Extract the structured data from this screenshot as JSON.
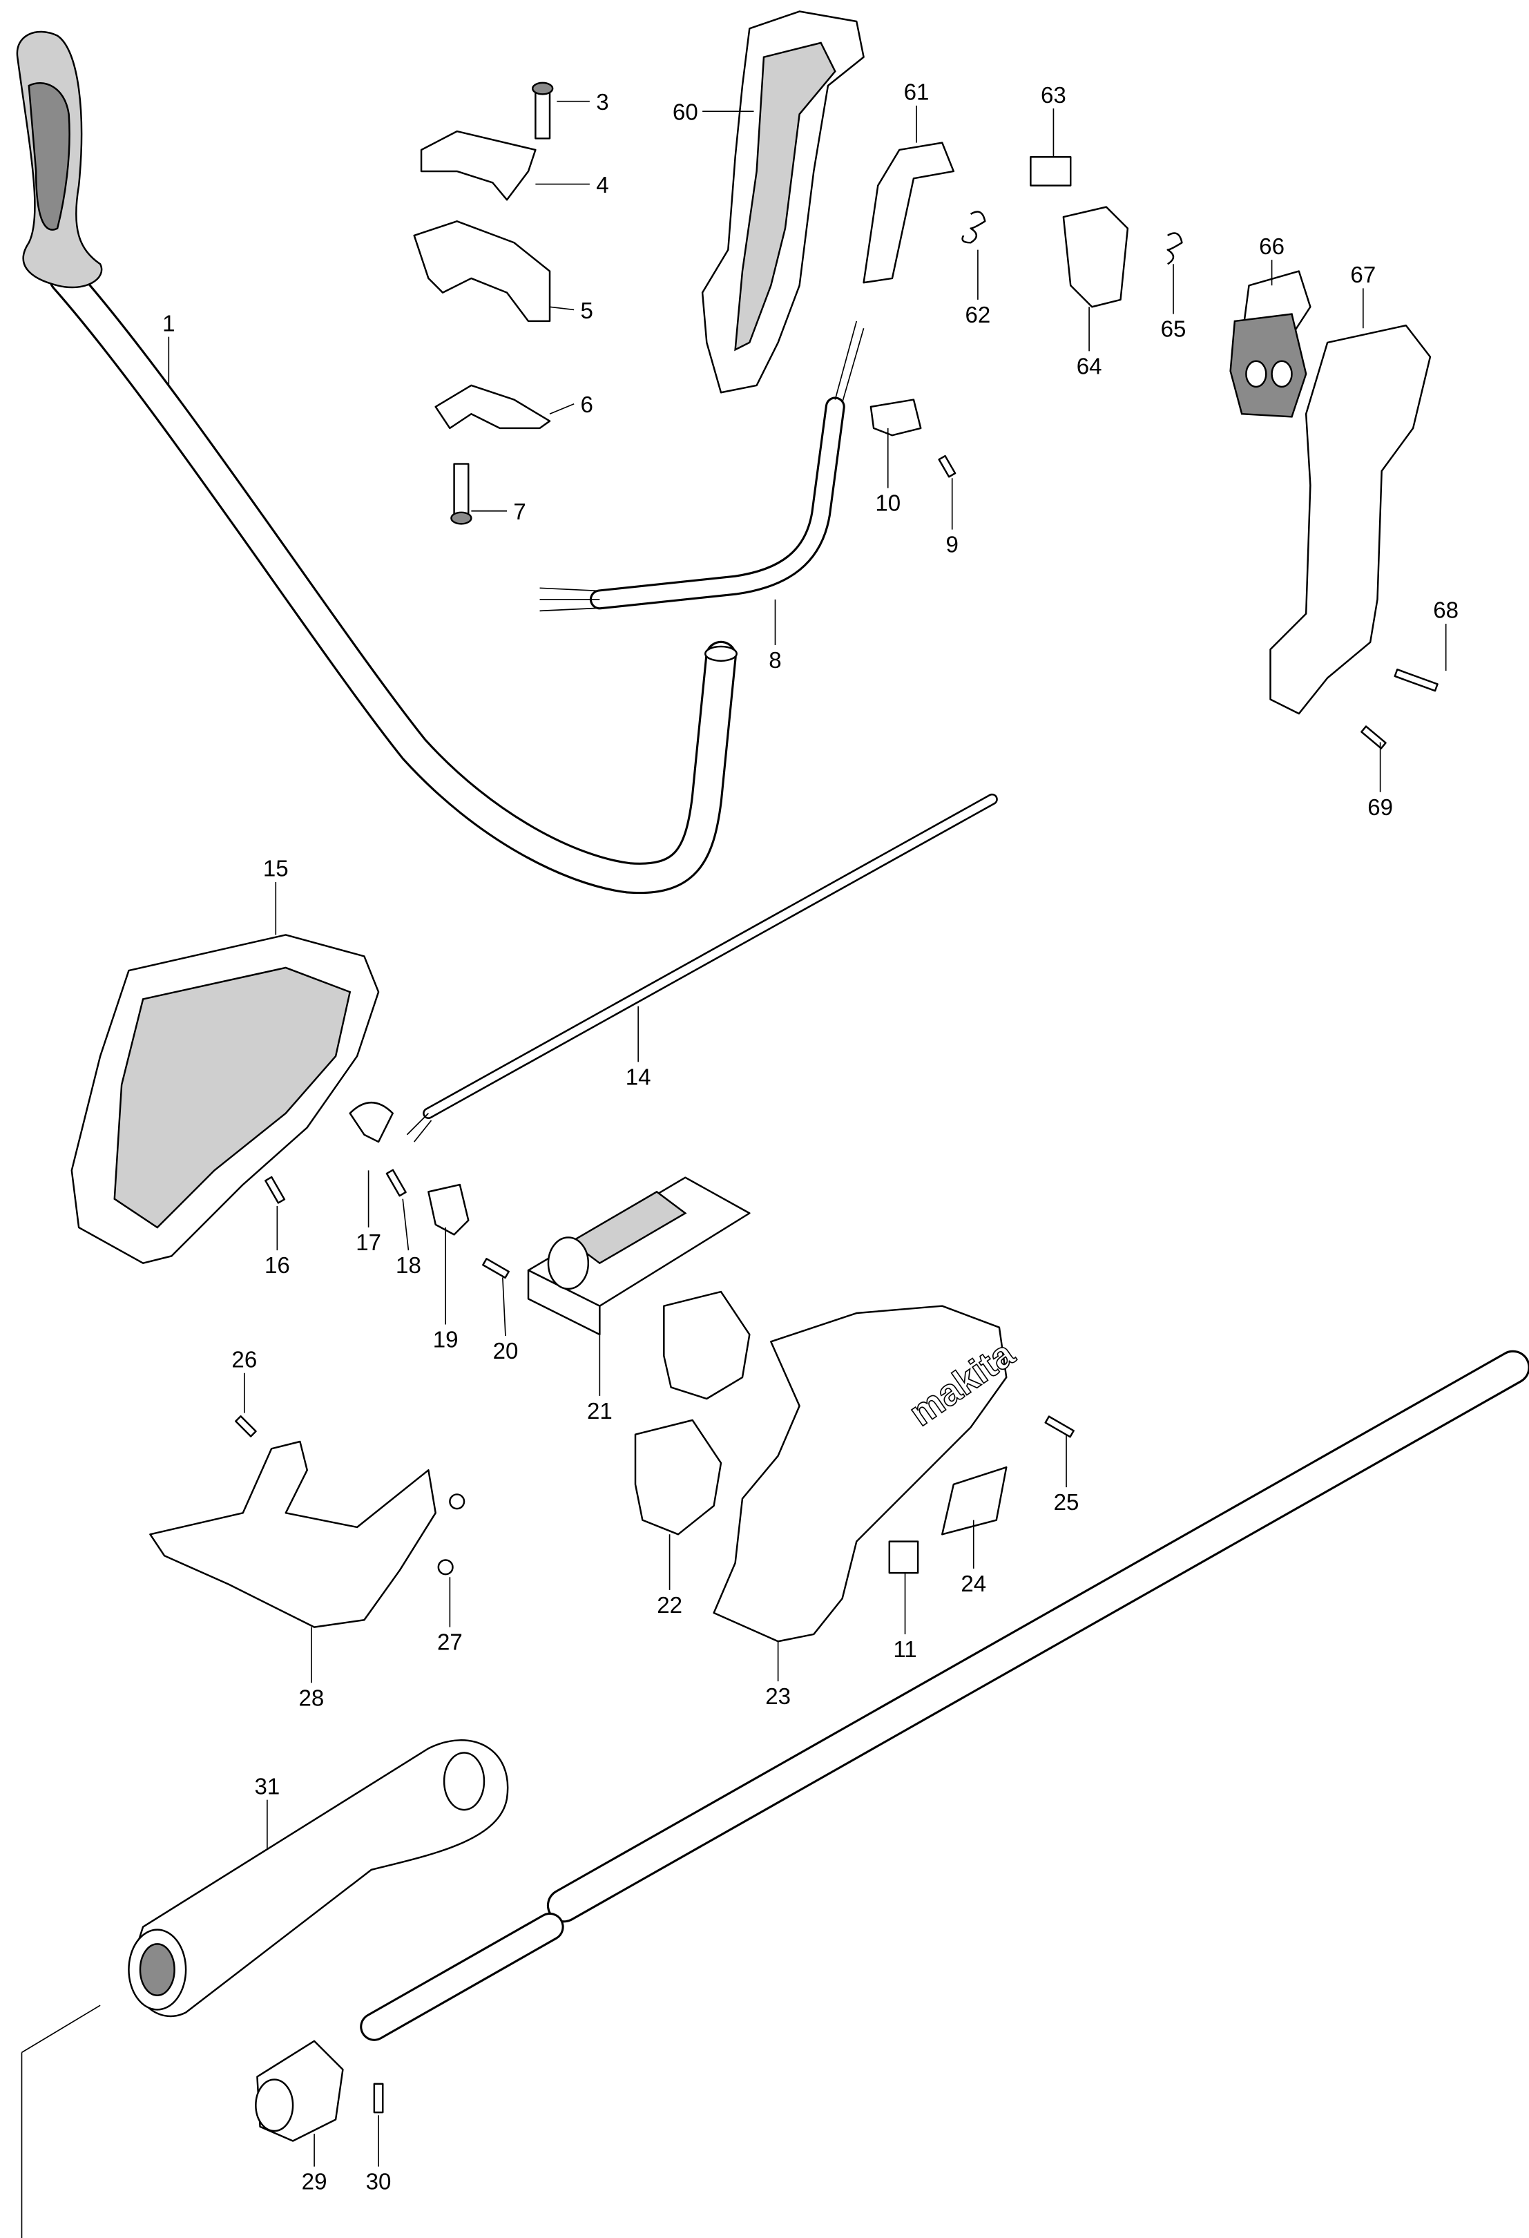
{
  "diagram": {
    "type": "exploded parts diagram",
    "brand_mark": "makita",
    "labels": {
      "p1": "1",
      "p3": "3",
      "p4": "4",
      "p5": "5",
      "p6": "6",
      "p7": "7",
      "p8": "8",
      "p9": "9",
      "p10": "10",
      "p11": "11",
      "p14": "14",
      "p15": "15",
      "p16": "16",
      "p17": "17",
      "p18": "18",
      "p19": "19",
      "p20": "20",
      "p21": "21",
      "p22": "22",
      "p23": "23",
      "p24": "24",
      "p25": "25",
      "p26": "26",
      "p27": "27",
      "p28": "28",
      "p29": "29",
      "p30": "30",
      "p31": "31",
      "p60": "60",
      "p61": "61",
      "p62": "62",
      "p63": "63",
      "p64": "64",
      "p65": "65",
      "p66": "66",
      "p67": "67",
      "p68": "68",
      "p69": "69"
    }
  }
}
